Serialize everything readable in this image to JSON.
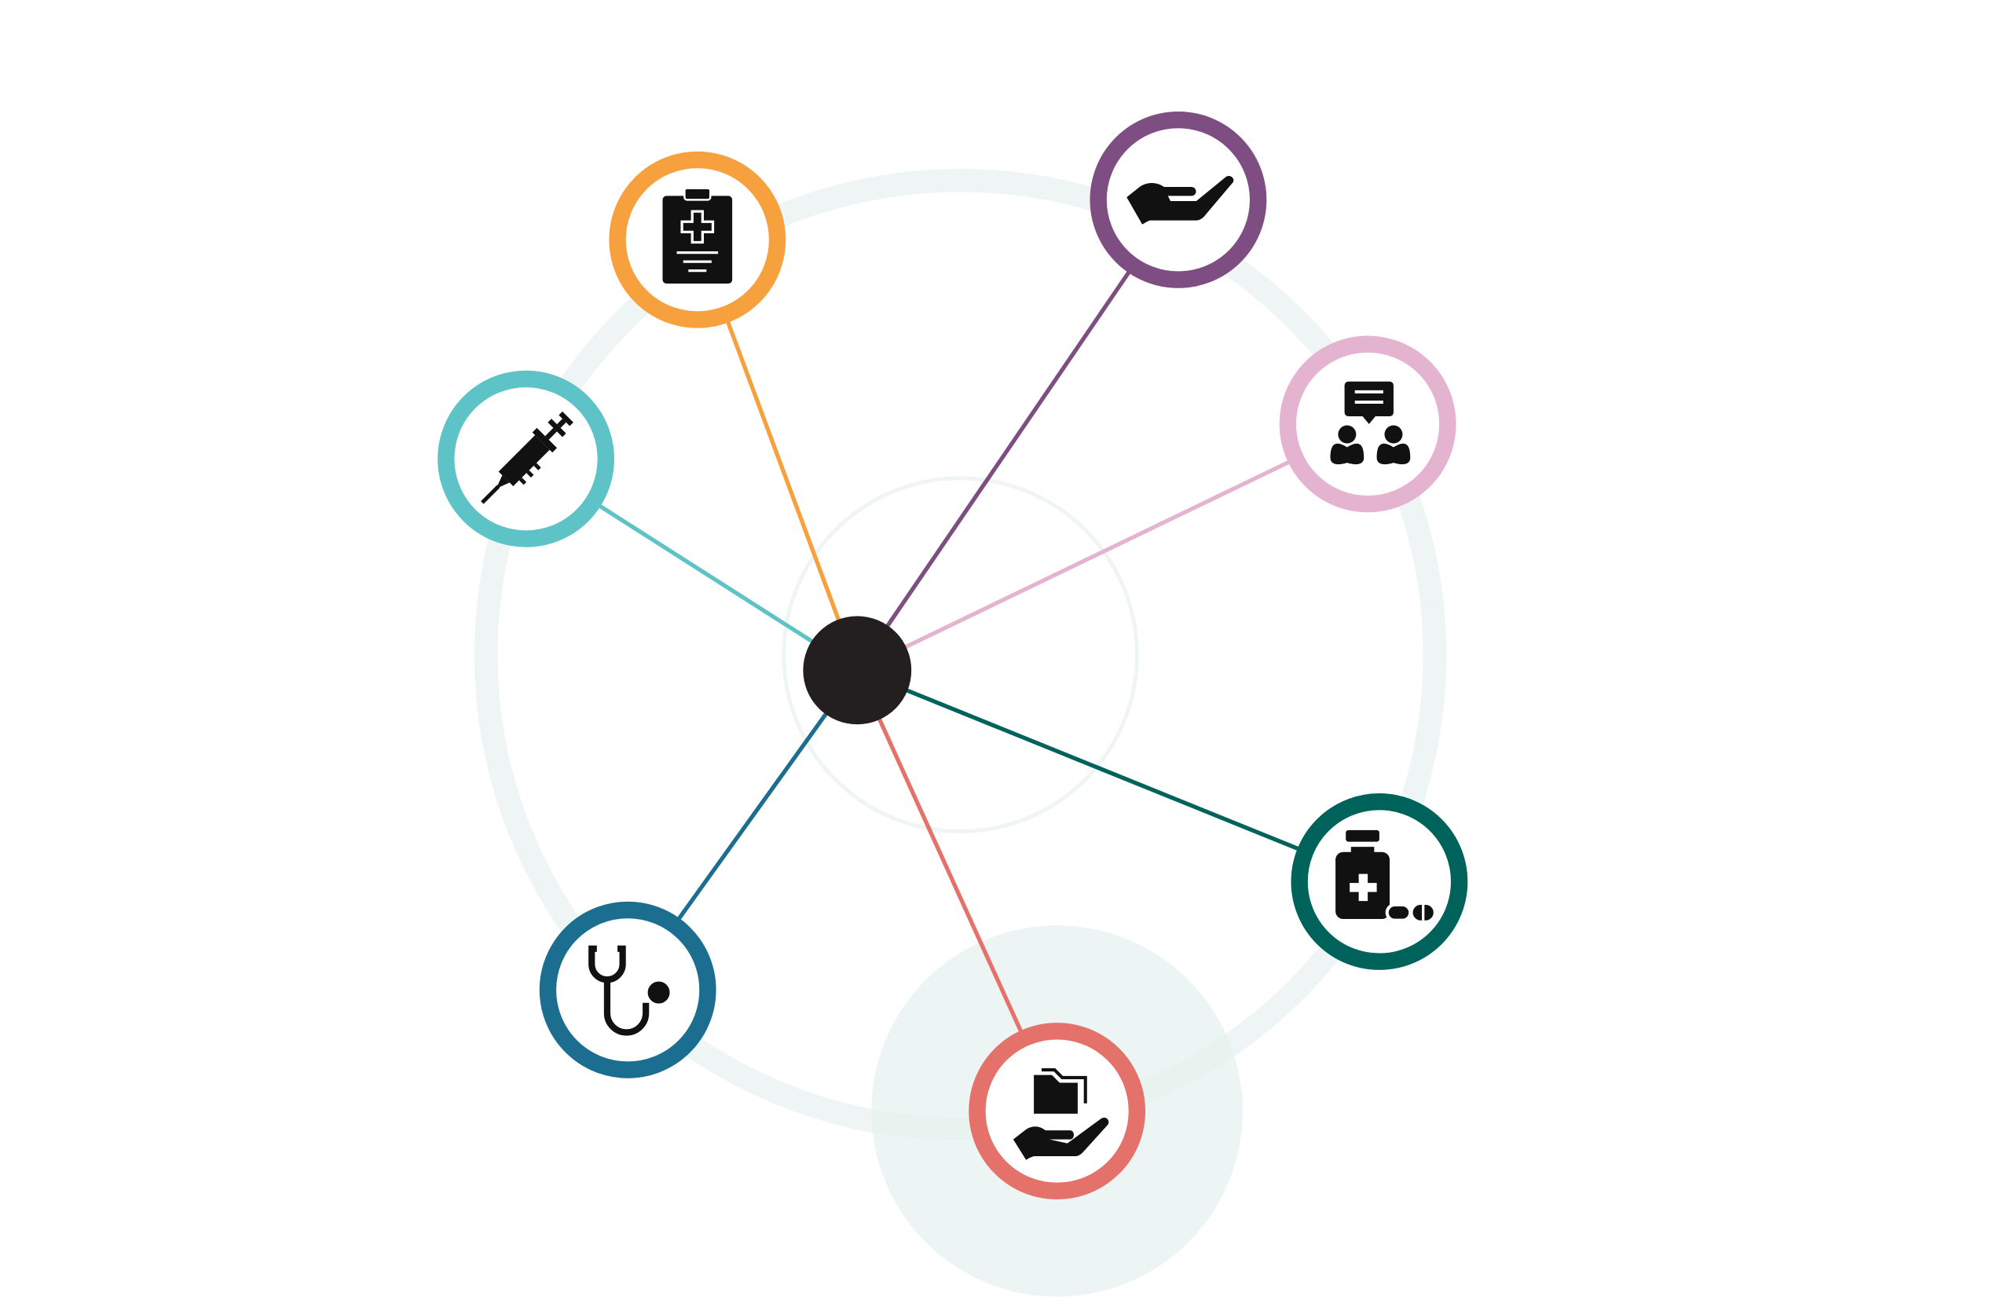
{
  "diagram": {
    "hub": {
      "name": "central-hub",
      "color": "#231f20"
    },
    "decor": {
      "ring_color": "#eef5f4",
      "blob_color": "#e6f1ef"
    },
    "nodes": [
      {
        "name": "node-medical-record",
        "icon": "clipboard-medical-icon",
        "color": "#f6a03e"
      },
      {
        "name": "node-care-hand",
        "icon": "hand-caring-icon",
        "color": "#7e4d81"
      },
      {
        "name": "node-consultation",
        "icon": "consultation-people-icon",
        "color": "#e4b3cf"
      },
      {
        "name": "node-vaccine",
        "icon": "syringe-icon",
        "color": "#5ec3c6"
      },
      {
        "name": "node-medication",
        "icon": "medicine-bottle-pills-icon",
        "color": "#00635b"
      },
      {
        "name": "node-diagnosis",
        "icon": "stethoscope-icon",
        "color": "#1b6e8f"
      },
      {
        "name": "node-records-handover",
        "icon": "folder-on-hand-icon",
        "color": "#e4726a"
      }
    ]
  }
}
